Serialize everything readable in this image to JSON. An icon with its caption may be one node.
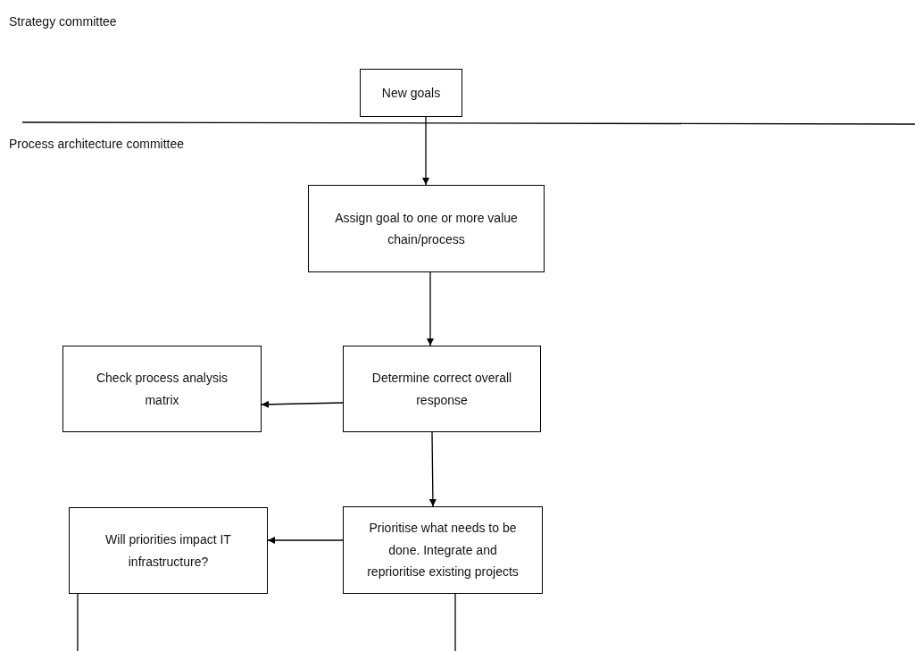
{
  "diagram": {
    "nodes": [
      {
        "text": [
          "New goals"
        ]
      },
      {
        "text": [
          "Assign goal to one or more value chain/process"
        ]
      },
      {
        "text": [
          "Check process analysis matrix"
        ]
      },
      {
        "text": [
          "Determine correct overall response"
        ]
      },
      {
        "text": [
          "Will priorities impact IT infrastructure?"
        ]
      },
      {
        "text": [
          "Prioritise what needs to be done. Integrate and reprioritise existing projects"
        ]
      }
    ],
    "edges": [
      {
        "from": 0,
        "to": 1,
        "arrow": "to"
      },
      {
        "from": 1,
        "to": 3,
        "arrow": "to"
      },
      {
        "from": 3,
        "to": 2,
        "arrow": "to"
      },
      {
        "from": 3,
        "to": 5,
        "arrow": "to"
      },
      {
        "from": 5,
        "to": 4,
        "arrow": "to"
      },
      {
        "from": 4,
        "to": null,
        "arrow": "none"
      },
      {
        "from": 5,
        "to": null,
        "arrow": "none"
      }
    ],
    "labels": [
      "Strategy committee",
      "Process architecture committee"
    ]
  }
}
